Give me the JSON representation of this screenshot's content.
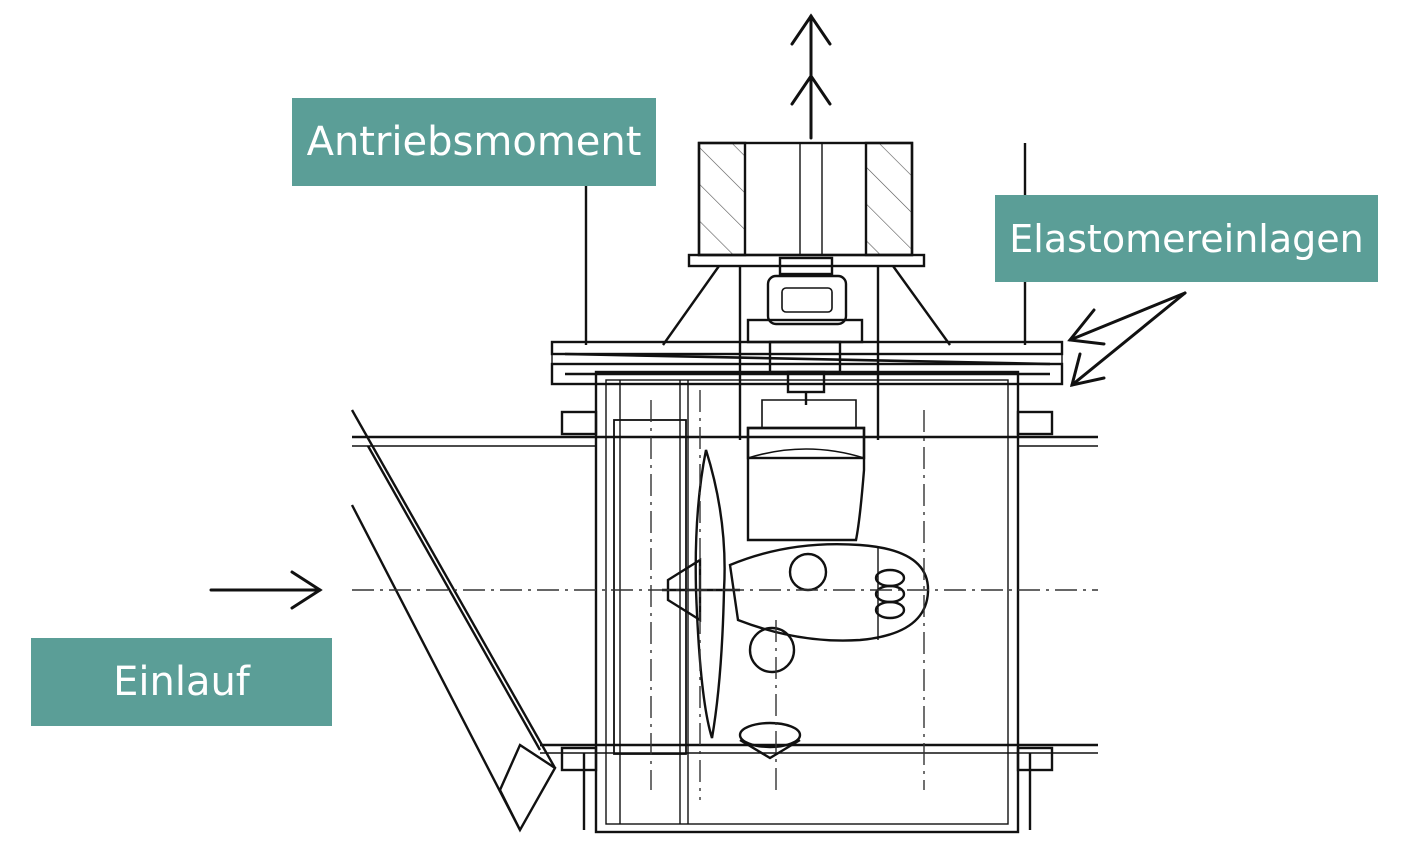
{
  "labels": {
    "drive_torque": "Antriebsmoment",
    "elastomer_inserts": "Elastomereinlagen",
    "inlet": "Einlauf"
  },
  "colors": {
    "label_background": "#5b9e97",
    "label_text": "#ffffff",
    "line": "#111111"
  },
  "icons": {
    "torque_arrow": "double-arrow-up-icon",
    "inlet_arrow": "arrow-right-icon",
    "pointer_arrows": "arrow-left-icon"
  }
}
